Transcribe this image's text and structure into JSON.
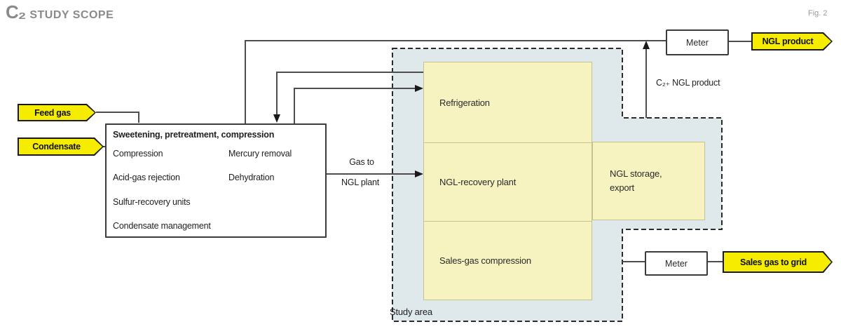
{
  "header": {
    "c2": "C₂",
    "title": "STUDY SCOPE",
    "fig": "Fig. 2"
  },
  "tags": {
    "feed_gas": "Feed gas",
    "condensate": "Condensate",
    "ngl_product": "NGL product",
    "sales_gas": "Sales gas to grid"
  },
  "pretreatment_box": {
    "title": "Sweetening, pretreatment, compression",
    "items_left": [
      "Compression",
      "Acid-gas rejection",
      "Sulfur-recovery units",
      "Condensate management"
    ],
    "items_right": [
      "Mercury removal",
      "Dehydration"
    ]
  },
  "study_area": {
    "label": "Study area",
    "boxes": {
      "refrigeration": "Refrigeration",
      "ngl_recovery": "NGL-recovery plant",
      "sales_gas_compression": "Sales-gas compression",
      "ngl_storage": "NGL storage, export"
    }
  },
  "meters": {
    "top": "Meter",
    "bottom": "Meter"
  },
  "labels": {
    "gas_to": "Gas to",
    "ngl_plant": "NGL plant",
    "c2_product": "C₂₊ NGL product"
  },
  "colors": {
    "highlight_yellow": "#f6ec00",
    "process_box_yellow": "#f7f3c0",
    "study_area_blue": "#dfe9ec",
    "line_gray": "#4d4d4d"
  }
}
